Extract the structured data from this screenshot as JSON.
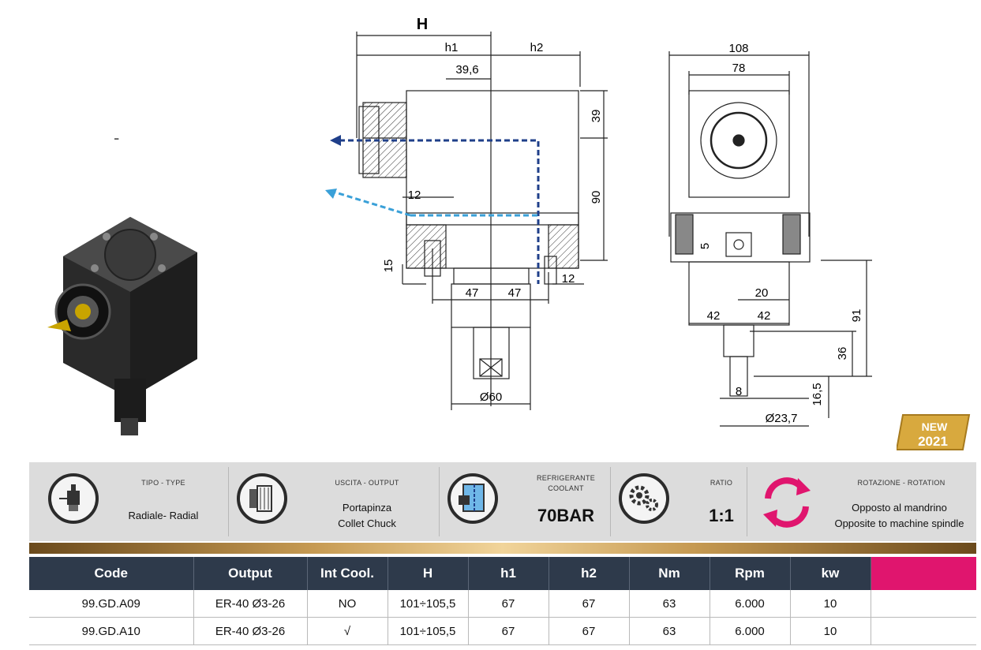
{
  "header": {
    "dash": "-"
  },
  "drawing": {
    "H": "H",
    "h1": "h1",
    "h2": "h2",
    "d39_6": "39,6",
    "d39": "39",
    "d90": "90",
    "d12a": "12",
    "d15": "15",
    "d12b": "12",
    "d47a": "47",
    "d47b": "47",
    "d60": "Ø60",
    "d108": "108",
    "d78": "78",
    "d5": "5",
    "d20": "20",
    "d42a": "42",
    "d42b": "42",
    "d91": "91",
    "d36": "36",
    "d8": "8",
    "d16_5": "16,5",
    "d23_7": "Ø23,7"
  },
  "badge": {
    "line1": "NEW",
    "line2": "2021"
  },
  "features": {
    "type": {
      "label": "TIPO - TYPE",
      "value": "Radiale- Radial"
    },
    "output": {
      "label": "USCITA - OUTPUT",
      "value1": "Portapinza",
      "value2": "Collet Chuck"
    },
    "coolant": {
      "label1": "REFRIGERANTE",
      "label2": "COOLANT",
      "value": "70BAR"
    },
    "ratio": {
      "label": "RATIO",
      "value": "1:1"
    },
    "rotation": {
      "label": "ROTAZIONE - ROTATION",
      "value1": "Opposto al mandrino",
      "value2": "Opposite to machine spindle"
    }
  },
  "table": {
    "headers": [
      "Code",
      "Output",
      "Int Cool.",
      "H",
      "h1",
      "h2",
      "Nm",
      "Rpm",
      "kw",
      ""
    ],
    "rows": [
      [
        "99.GD.A09",
        "ER-40 Ø3-26",
        "NO",
        "101÷105,5",
        "67",
        "67",
        "63",
        "6.000",
        "10",
        ""
      ],
      [
        "99.GD.A10",
        "ER-40 Ø3-26",
        "√",
        "101÷105,5",
        "67",
        "67",
        "63",
        "6.000",
        "10",
        ""
      ]
    ]
  },
  "colors": {
    "header_bg": "#2e3a4b",
    "accent_pink": "#e0156e",
    "coolant_blue": "#1f3f8a",
    "coolant_light": "#3aa0d8",
    "gold": "#c69a52"
  }
}
